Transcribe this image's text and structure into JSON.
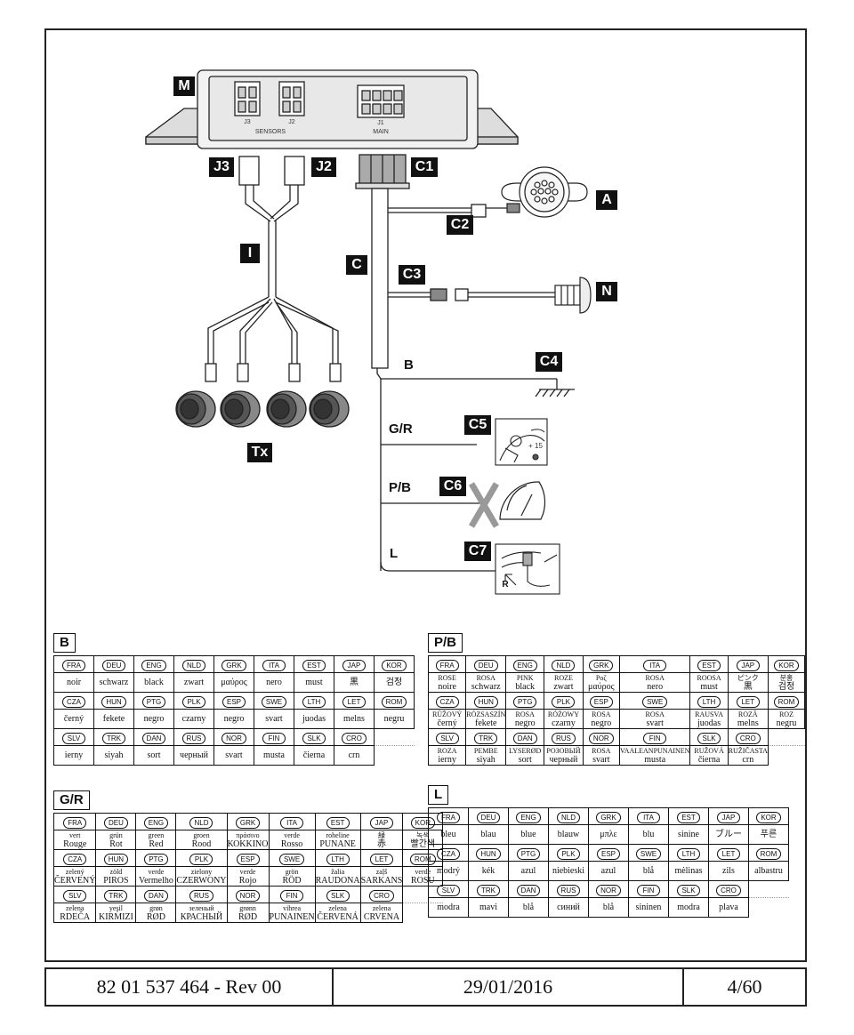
{
  "labels": {
    "M": "M",
    "J3": "J3",
    "J2": "J2",
    "C1": "C1",
    "A": "A",
    "C2": "C2",
    "I": "I",
    "C": "C",
    "C3": "C3",
    "N": "N",
    "C4": "C4",
    "Tx": "Tx",
    "C5": "C5",
    "C6": "C6",
    "C7": "C7"
  },
  "module_text": {
    "j3": "J3",
    "j2": "J2",
    "j1": "J1",
    "sensors": "SENSORS",
    "main": "MAIN"
  },
  "wire_labels": {
    "b": "B",
    "gr": "G/R",
    "pb": "P/B",
    "l": "L"
  },
  "icon_text": {
    "c5_num": "+ 15",
    "c7_r": "R"
  },
  "icons": [
    "buzzer-icon",
    "connector-icon",
    "ground-icon",
    "ignition-key-icon",
    "speedometer-icon",
    "gear-lever-icon"
  ],
  "blocks": {
    "b": {
      "title": "B",
      "rows": [
        [
          [
            "FRA",
            "noir"
          ],
          [
            "DEU",
            "schwarz"
          ],
          [
            "ENG",
            "black"
          ],
          [
            "NLD",
            "zwart"
          ],
          [
            "GRK",
            "μαύρος"
          ],
          [
            "ITA",
            "nero"
          ],
          [
            "EST",
            "must"
          ],
          [
            "JAP",
            "黒"
          ],
          [
            "KOR",
            "검정"
          ]
        ],
        [
          [
            "CZA",
            "černý"
          ],
          [
            "HUN",
            "fekete"
          ],
          [
            "PTG",
            "negro"
          ],
          [
            "PLK",
            "czarny"
          ],
          [
            "ESP",
            "negro"
          ],
          [
            "SWE",
            "svart"
          ],
          [
            "LTH",
            "juodas"
          ],
          [
            "LET",
            "melns"
          ],
          [
            "ROM",
            "negru"
          ]
        ],
        [
          [
            "SLV",
            "ierny"
          ],
          [
            "TRK",
            "siyah"
          ],
          [
            "DAN",
            "sort"
          ],
          [
            "RUS",
            "черный"
          ],
          [
            "NOR",
            "svart"
          ],
          [
            "FIN",
            "musta"
          ],
          [
            "SLK",
            "čierna"
          ],
          [
            "CRO",
            "crn"
          ]
        ]
      ]
    },
    "pb": {
      "title": "P/B",
      "rows": [
        [
          [
            "FRA",
            "ROSE",
            "noire"
          ],
          [
            "DEU",
            "ROSA",
            "schwarz"
          ],
          [
            "ENG",
            "PINK",
            "black"
          ],
          [
            "NLD",
            "ROZE",
            "zwart"
          ],
          [
            "GRK",
            "Ροζ",
            "μαύρος"
          ],
          [
            "ITA",
            "ROSA",
            "nero"
          ],
          [
            "EST",
            "ROOSA",
            "must"
          ],
          [
            "JAP",
            "ピンク",
            "黒"
          ],
          [
            "KOR",
            "분홍",
            "검정"
          ]
        ],
        [
          [
            "CZA",
            "RŮŽOVÝ",
            "černý"
          ],
          [
            "HUN",
            "RÓZSASZÍN",
            "fekete"
          ],
          [
            "PTG",
            "ROSA",
            "negro"
          ],
          [
            "PLK",
            "RÓŻOWY",
            "czarny"
          ],
          [
            "ESP",
            "ROSA",
            "negro"
          ],
          [
            "SWE",
            "ROSA",
            "svart"
          ],
          [
            "LTH",
            "RAUSVA",
            "juodas"
          ],
          [
            "LET",
            "ROZĀ",
            "melns"
          ],
          [
            "ROM",
            "ROZ",
            "negru"
          ]
        ],
        [
          [
            "SLV",
            "ROZA",
            "ierny"
          ],
          [
            "TRK",
            "PEMBE",
            "siyah"
          ],
          [
            "DAN",
            "LYSERØD",
            "sort"
          ],
          [
            "RUS",
            "РОЗОВЫЙ",
            "черный"
          ],
          [
            "NOR",
            "ROSA",
            "svart"
          ],
          [
            "FIN",
            "VAALEANPUNAINEN",
            "musta"
          ],
          [
            "SLK",
            "RUŽOVÁ",
            "čierna"
          ],
          [
            "CRO",
            "RUŽIČASTA",
            "crn"
          ]
        ]
      ]
    },
    "gr": {
      "title": "G/R",
      "rows": [
        [
          [
            "FRA",
            "vert",
            "Rouge"
          ],
          [
            "DEU",
            "grün",
            "Rot"
          ],
          [
            "ENG",
            "green",
            "Red"
          ],
          [
            "NLD",
            "groen",
            "Rood"
          ],
          [
            "GRK",
            "πράσινο",
            "ΚΟΚΚΙΝΟ"
          ],
          [
            "ITA",
            "verde",
            "Rosso"
          ],
          [
            "EST",
            "roheline",
            "PUNANE"
          ],
          [
            "JAP",
            "緑",
            "赤"
          ],
          [
            "KOR",
            "녹색",
            "빨간색"
          ]
        ],
        [
          [
            "CZA",
            "zelený",
            "ČERVENÝ"
          ],
          [
            "HUN",
            "zöld",
            "PIROS"
          ],
          [
            "PTG",
            "verde",
            "Vermelho"
          ],
          [
            "PLK",
            "zielony",
            "CZERWONY"
          ],
          [
            "ESP",
            "verde",
            "Rojo"
          ],
          [
            "SWE",
            "grön",
            "RÖD"
          ],
          [
            "LTH",
            "žalia",
            "RAUDONA"
          ],
          [
            "LET",
            "zaļš",
            "SARKANS"
          ],
          [
            "ROM",
            "verde",
            "ROSU"
          ]
        ],
        [
          [
            "SLV",
            "zelena",
            "RDEČA"
          ],
          [
            "TRK",
            "yeşil",
            "KIRMIZI"
          ],
          [
            "DAN",
            "grøn",
            "RØD"
          ],
          [
            "RUS",
            "зеленый",
            "КРАСНЫЙ"
          ],
          [
            "NOR",
            "grønn",
            "RØD"
          ],
          [
            "FIN",
            "vihrea",
            "PUNAINEN"
          ],
          [
            "SLK",
            "zelena",
            "ČERVENÁ"
          ],
          [
            "CRO",
            "zelena",
            "CRVENA"
          ]
        ]
      ]
    },
    "l": {
      "title": "L",
      "rows": [
        [
          [
            "FRA",
            "bleu"
          ],
          [
            "DEU",
            "blau"
          ],
          [
            "ENG",
            "blue"
          ],
          [
            "NLD",
            "blauw"
          ],
          [
            "GRK",
            "μπλε"
          ],
          [
            "ITA",
            "blu"
          ],
          [
            "EST",
            "sinine"
          ],
          [
            "JAP",
            "ブルー"
          ],
          [
            "KOR",
            "푸른"
          ]
        ],
        [
          [
            "CZA",
            "modrý"
          ],
          [
            "HUN",
            "kék"
          ],
          [
            "PTG",
            "azul"
          ],
          [
            "PLK",
            "niebieski"
          ],
          [
            "ESP",
            "azul"
          ],
          [
            "SWE",
            "blå"
          ],
          [
            "LTH",
            "mėlinas"
          ],
          [
            "LET",
            "zils"
          ],
          [
            "ROM",
            "albastru"
          ]
        ],
        [
          [
            "SLV",
            "modra"
          ],
          [
            "TRK",
            "mavi"
          ],
          [
            "DAN",
            "blå"
          ],
          [
            "RUS",
            "синий"
          ],
          [
            "NOR",
            "blå"
          ],
          [
            "FIN",
            "sininen"
          ],
          [
            "SLK",
            "modra"
          ],
          [
            "CRO",
            "plava"
          ]
        ]
      ]
    }
  },
  "footer": {
    "doc_ref": "82 01 537 464  - Rev 00",
    "date": "29/01/2016",
    "page": "4/60"
  }
}
